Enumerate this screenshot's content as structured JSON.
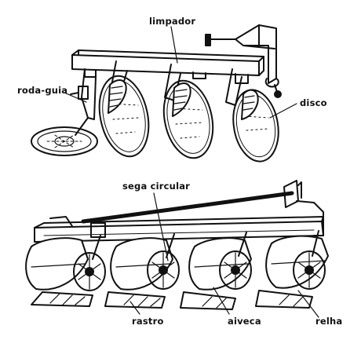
{
  "figure": {
    "colors": {
      "ink": "#111111",
      "paper": "#ffffff"
    },
    "top_drawing": {
      "labels": {
        "limpador": "limpador",
        "roda_guia": "roda-guia",
        "disco": "disco"
      }
    },
    "bottom_drawing": {
      "labels": {
        "sega_circular": "sega circular",
        "rastro": "rastro",
        "aiveca": "aiveca",
        "relha": "relha"
      }
    }
  }
}
